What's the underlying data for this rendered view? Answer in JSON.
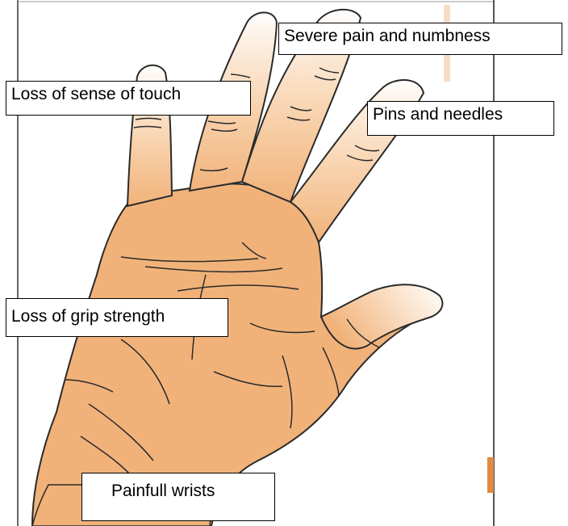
{
  "diagram": {
    "labels": {
      "touch": "Loss of sense of touch",
      "pain": "Severe pain and numbness",
      "pins": "Pins and needles",
      "grip": "Loss of grip strength",
      "wrists": "Painfull wrists"
    },
    "colors": {
      "skin": "#f1b27a",
      "skin_light": "#ffffff",
      "outline": "#2a2a2a",
      "frame": "#555555",
      "accent": "#e08a44"
    }
  }
}
